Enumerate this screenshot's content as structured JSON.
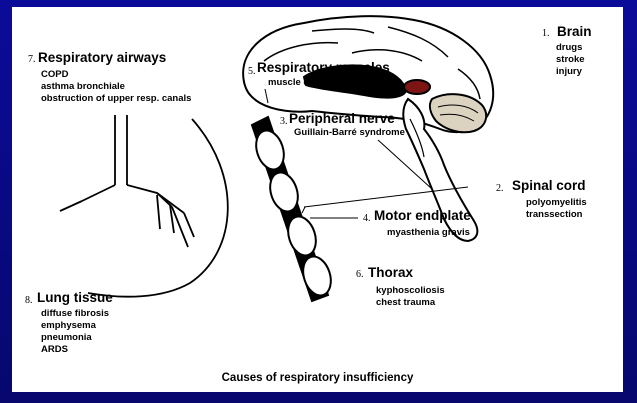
{
  "caption": "Causes of respiratory insufficiency",
  "causes": [
    {
      "num": "1.",
      "title": "Brain",
      "items": [
        "drugs",
        "stroke",
        "injury"
      ]
    },
    {
      "num": "2.",
      "title": "Spinal cord",
      "items": [
        "polyomyelitis",
        "transsection"
      ]
    },
    {
      "num": "3.",
      "title": "Peripheral nerve",
      "items": [
        "Guillain-Barré syndrome"
      ]
    },
    {
      "num": "4.",
      "title": "Motor endplate",
      "items": [
        "myasthenia gravis"
      ]
    },
    {
      "num": "5.",
      "title": "Respiratory muscles",
      "items": [
        "muscle dystrophies"
      ]
    },
    {
      "num": "6.",
      "title": "Thorax",
      "items": [
        "kyphoscoliosis",
        "chest trauma"
      ]
    },
    {
      "num": "7.",
      "title": "Respiratory airways",
      "items": [
        "COPD",
        "asthma bronchiale",
        "obstruction of upper resp. canals"
      ]
    },
    {
      "num": "8.",
      "title": "Lung tissue",
      "items": [
        "diffuse fibrosis",
        "emphysema",
        "pneumonia",
        "ARDS"
      ]
    }
  ]
}
